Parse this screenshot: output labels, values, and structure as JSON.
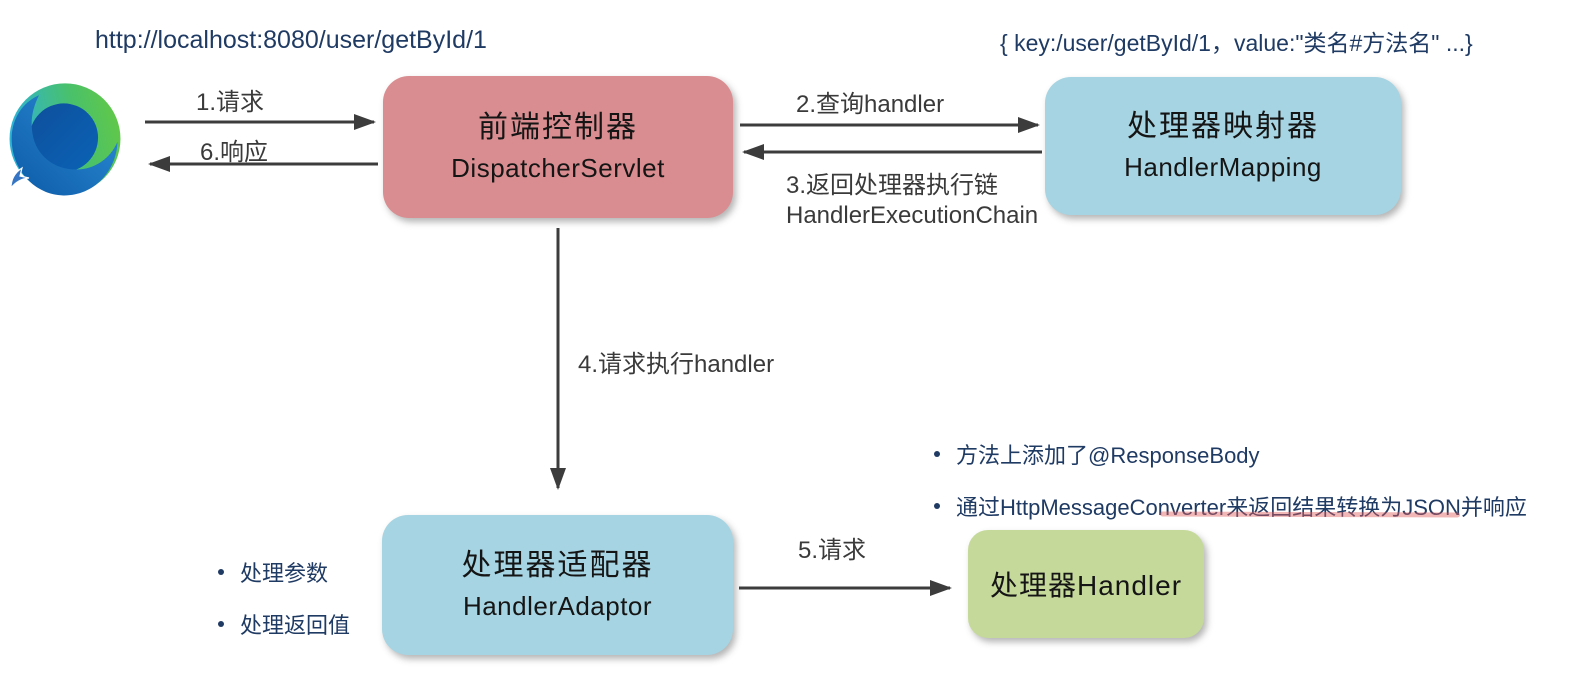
{
  "browser": {
    "icon": "edge-browser-icon",
    "url": "http://localhost:8080/user/getById/1"
  },
  "mapping_note": "{ key:/user/getById/1，value:\"类名#方法名\" ...}",
  "nodes": {
    "dispatcher": {
      "title": "前端控制器",
      "subtitle": "DispatcherServlet",
      "color": "#d98d90"
    },
    "handler_mapping": {
      "title": "处理器映射器",
      "subtitle": "HandlerMapping",
      "color": "#a6d4e2"
    },
    "handler_adaptor": {
      "title": "处理器适配器",
      "subtitle": "HandlerAdaptor",
      "color": "#a6d4e2"
    },
    "handler": {
      "title": "处理器Handler",
      "color": "#c5d99b"
    }
  },
  "arrow_labels": {
    "step1": "1.请求",
    "step2": "2.查询handler",
    "step3_line1": "3.返回处理器执行链",
    "step3_line2": "HandlerExecutionChain",
    "step4": "4.请求执行handler",
    "step5": "5.请求",
    "step6": "6.响应"
  },
  "adaptor_notes": [
    "处理参数",
    "处理返回值"
  ],
  "handler_notes": [
    "方法上添加了@ResponseBody",
    "通过HttpMessageConverter来返回结果转换为JSON并响应"
  ],
  "colors": {
    "arrow": "#3c3c3c",
    "navy_text": "#1f3a63"
  }
}
